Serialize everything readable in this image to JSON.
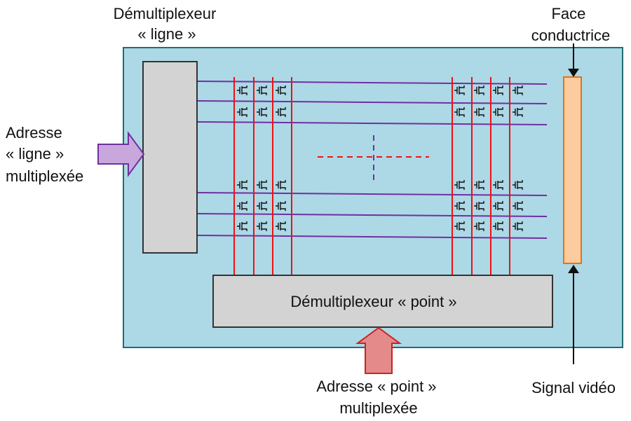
{
  "labels": {
    "row_demux": [
      "Démultiplexeur",
      "« ligne »"
    ],
    "row_address": [
      "Adresse",
      "« ligne »",
      "multiplexée"
    ],
    "point_demux": "Démultiplexeur « point »",
    "point_address": [
      "Adresse « point »",
      "multiplexée"
    ],
    "conductive_face": [
      "Face",
      "conductrice"
    ],
    "video_signal": "Signal vidéo"
  },
  "colors": {
    "panel_fill": "#add8e6",
    "panel_border": "#1f6f6f",
    "block_fill": "#d3d3d3",
    "row_line": "#7030a0",
    "column_line": "#ee1111",
    "row_arrow_fill": "#c8a8dc",
    "point_arrow_fill": "#e58a8a",
    "conductive_fill": "#fccb9f",
    "conductive_border": "#e6730f",
    "cell": "#111111"
  },
  "icons": {
    "cell": "transistor-cell-icon",
    "row_address_arrow": "right-arrow-icon",
    "point_address_arrow": "up-arrow-icon"
  }
}
